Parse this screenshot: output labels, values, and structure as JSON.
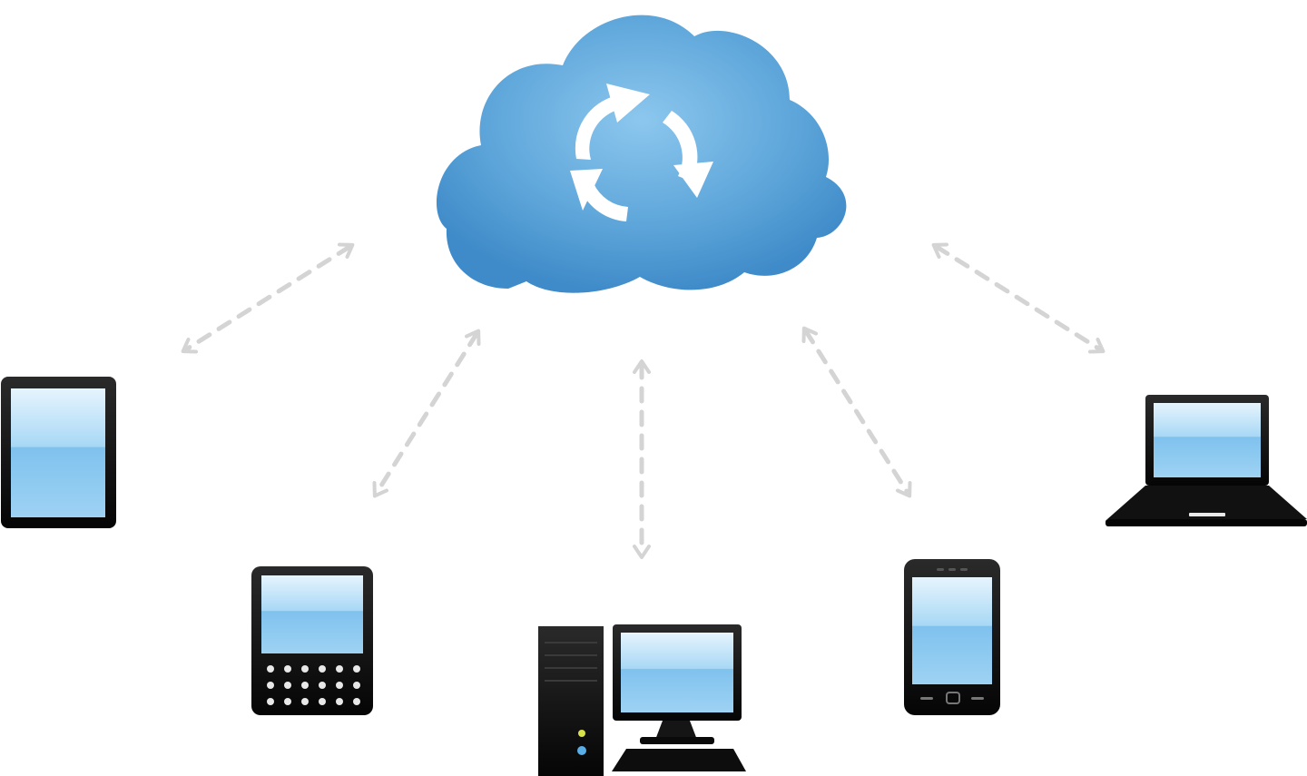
{
  "diagram": {
    "hub": {
      "icon": "cloud-sync-icon",
      "color": "#5aa3d8"
    },
    "connector": {
      "style": "dashed-double-arrow",
      "color": "#d3d3d3"
    },
    "nodes": [
      {
        "id": "tablet",
        "icon": "tablet-icon"
      },
      {
        "id": "keypad-phone",
        "icon": "keypad-phone-icon"
      },
      {
        "id": "desktop",
        "icon": "desktop-computer-icon"
      },
      {
        "id": "smartphone",
        "icon": "smartphone-icon"
      },
      {
        "id": "laptop",
        "icon": "laptop-icon"
      }
    ],
    "colors": {
      "screen_light": "#d9eefb",
      "screen_mid": "#8fcaf0",
      "screen_dark": "#5aaee6",
      "device_body": "#111111"
    }
  }
}
